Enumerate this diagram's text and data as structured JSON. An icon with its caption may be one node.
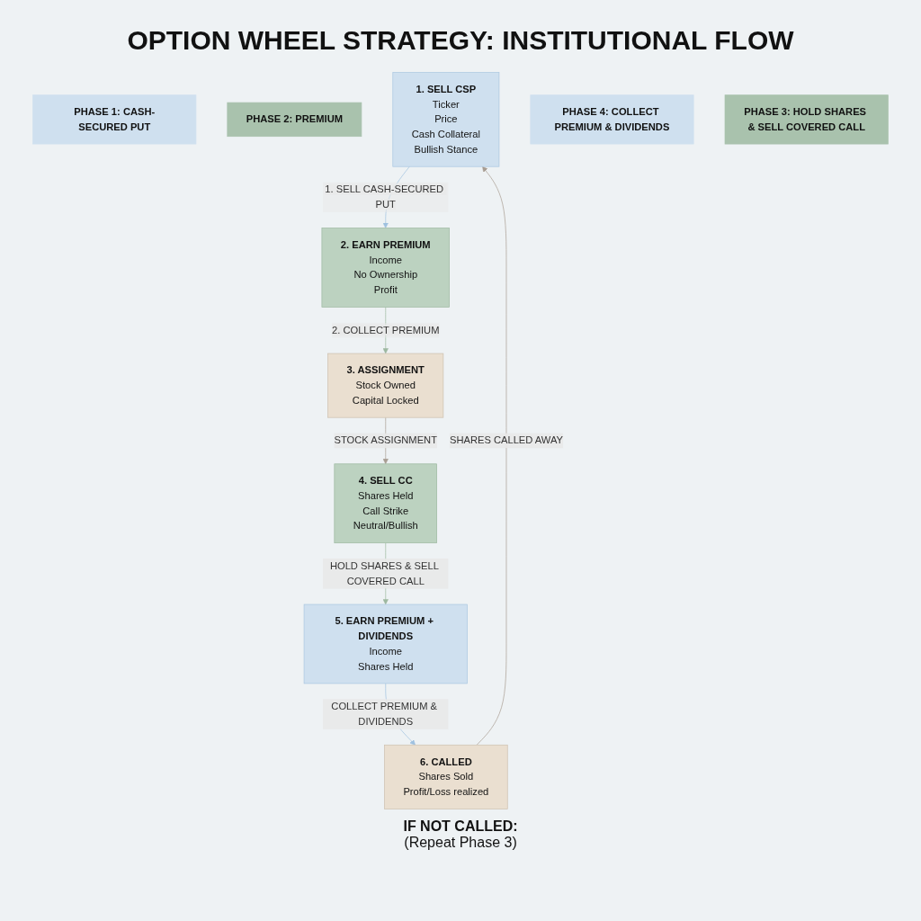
{
  "diagram": {
    "title": "OPTION WHEEL STRATEGY: INSTITUTIONAL FLOW",
    "nodes": [
      {
        "text": [
          "PHASE 1: CASH-SECURED PUT"
        ]
      },
      {
        "text": [
          "PHASE 2: PREMIUM"
        ]
      },
      {
        "text": [
          "1. SELL CSP",
          "Ticker",
          "Price",
          "Cash Collateral",
          "Bullish Stance"
        ]
      },
      {
        "text": [
          "2. EARN PREMIUM",
          "Income",
          "No Ownership",
          "Profit"
        ]
      },
      {
        "text": [
          "6. CALLED",
          "Shares Sold",
          "Profit/Loss realized"
        ]
      },
      {
        "text": [
          "3. ASSIGNMENT",
          "Stock Owned",
          "Capital Locked"
        ]
      },
      {
        "text": [
          "5. EARN PREMIUM + DIVIDENDS",
          "Income",
          "Shares Held"
        ]
      },
      {
        "text": [
          "4. SELL CC",
          "Shares Held",
          "Call Strike",
          "Neutral/Bullish"
        ]
      },
      {
        "text": [
          "PHASE 4: COLLECT PREMIUM & DIVIDENDS"
        ]
      },
      {
        "text": [
          "PHASE 3: HOLD SHARES & SELL COVERED CALL"
        ]
      }
    ],
    "edges": [
      {
        "from": 2,
        "to": 3,
        "arrow": "to",
        "label": "1. SELL CASH-SECURED PUT",
        "color": "#9fc1e0"
      },
      {
        "from": 3,
        "to": 5,
        "arrow": "to",
        "label": "2. COLLECT PREMIUM",
        "color": "#9db8a0"
      },
      {
        "from": 5,
        "to": 7,
        "arrow": "to",
        "label": "STOCK ASSIGNMENT",
        "color": "#a89d92"
      },
      {
        "from": 7,
        "to": 6,
        "arrow": "to",
        "label": "HOLD SHARES & SELL COVERED CALL",
        "color": "#9db8a0"
      },
      {
        "from": 6,
        "to": 4,
        "arrow": "to",
        "label": "COLLECT PREMIUM & DIVIDENDS",
        "color": "#9fc1e0"
      },
      {
        "from": 4,
        "to": 2,
        "arrow": "to",
        "label": "SHARES CALLED AWAY",
        "color": "#a89d92"
      }
    ],
    "labels": [
      "IF NOT CALLED:",
      "(Repeat Phase 3)"
    ]
  }
}
